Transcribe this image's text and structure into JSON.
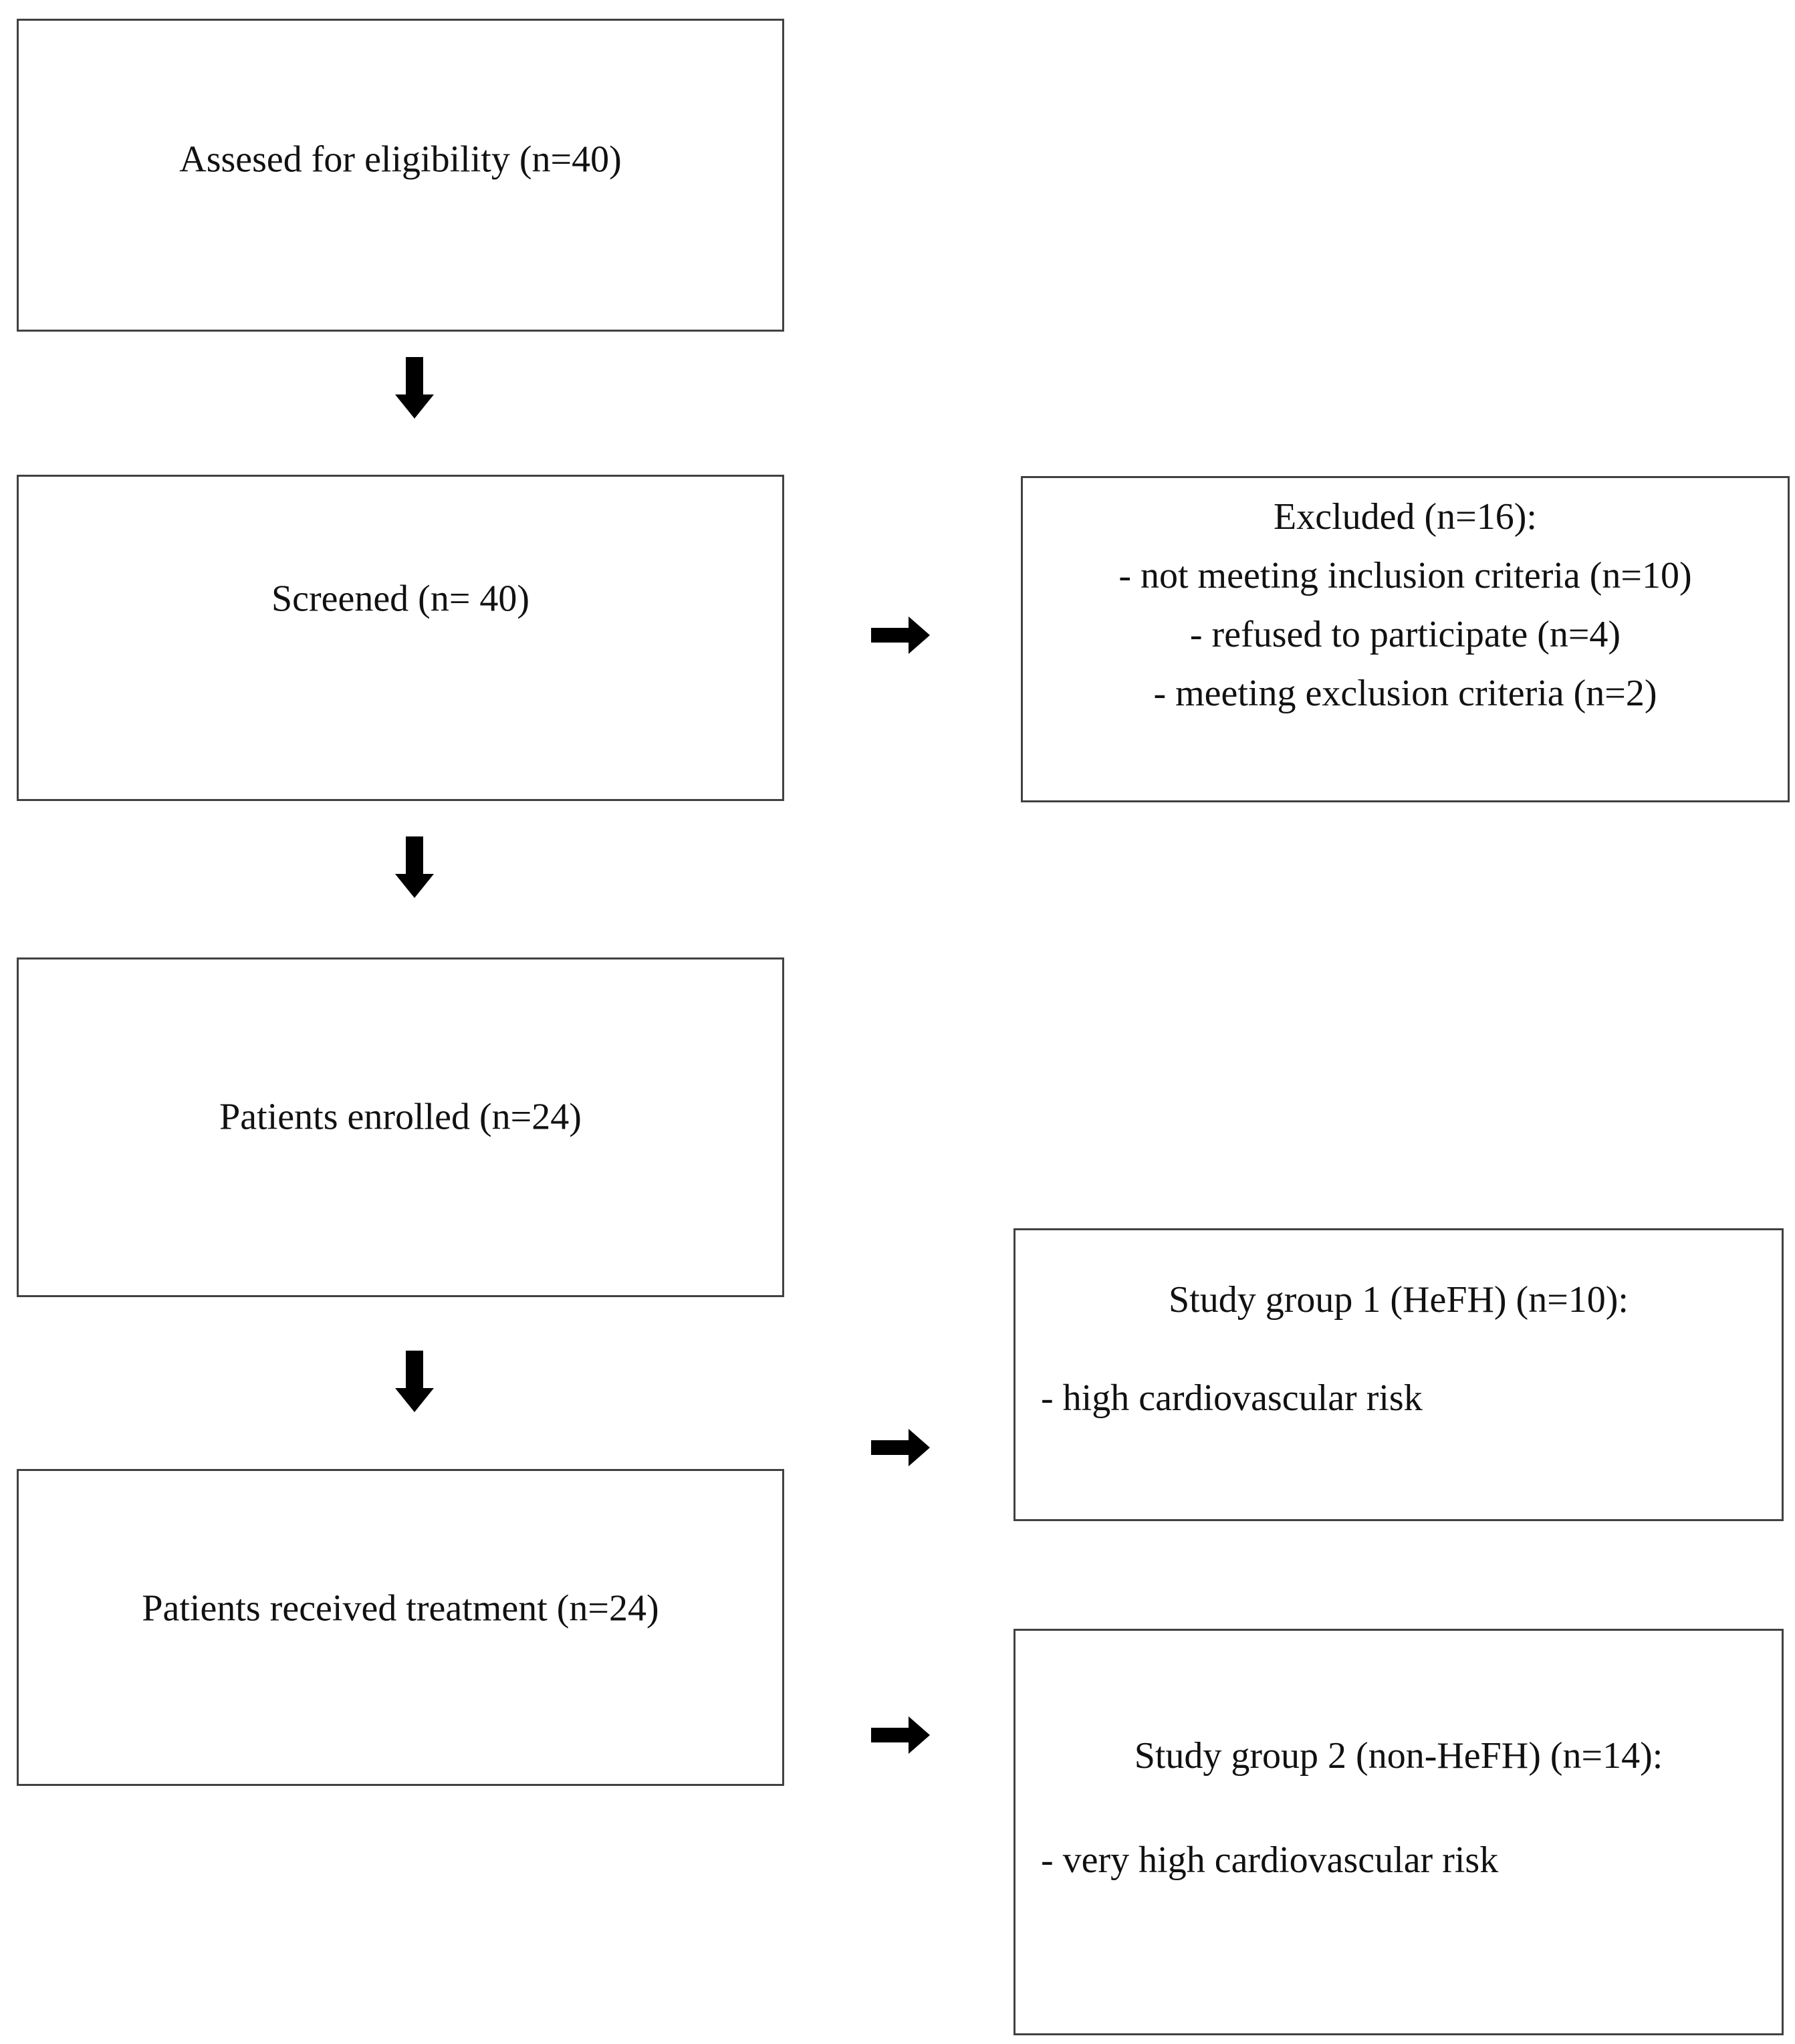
{
  "flowchart": {
    "left_column": [
      {
        "label": "Assesed for eligibility (n=40)"
      },
      {
        "label": "Screened (n= 40)"
      },
      {
        "label": "Patients enrolled (n=24)"
      },
      {
        "label": "Patients received treatment (n=24)"
      }
    ],
    "right_column": [
      {
        "title": "Excluded (n=16):",
        "items": [
          "- not meeting inclusion criteria (n=10)",
          "- refused to participate (n=4)",
          "- meeting exclusion criteria (n=2)"
        ]
      },
      {
        "title": "Study group 1 (HeFH) (n=10):",
        "items": [
          "- high cardiovascular risk"
        ]
      },
      {
        "title": "Study group 2 (non-HeFH) (n=14):",
        "items": [
          "- very high cardiovascular risk"
        ]
      }
    ],
    "colors": {
      "background": "#ffffff",
      "box_border": "#414141",
      "arrow": "#000000",
      "text": "#111111"
    }
  }
}
